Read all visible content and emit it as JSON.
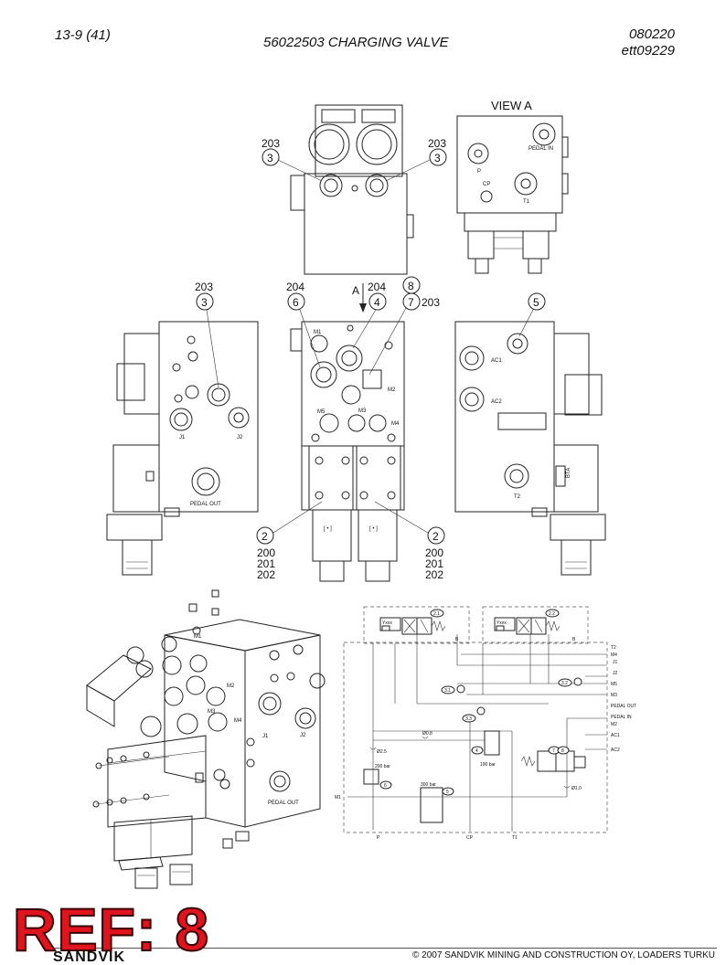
{
  "header": {
    "page_ref": "13-9 (41)",
    "title": "56022503 CHARGING VALVE",
    "date": "080220",
    "code": "ett09229"
  },
  "views": {
    "view_a": "VIEW A",
    "arrow_a": "A"
  },
  "callouts": {
    "c3": "3",
    "c203": "203",
    "c204": "204",
    "c6": "6",
    "c4": "4",
    "c8": "8",
    "c7": "7",
    "c5": "5",
    "c2": "2",
    "c200": "200",
    "c201": "201",
    "c202": "202"
  },
  "ports": {
    "pedal_in": "PEDAL IN",
    "pedal_out": "PEDAL OUT",
    "p": "P",
    "cp": "CP",
    "t1": "T1",
    "t2": "T2",
    "j1": "J1",
    "j2": "J2",
    "m1": "M1",
    "m2": "M2",
    "m3": "M3",
    "m4": "M4",
    "m5": "M5",
    "ac1": "AC1",
    "ac2": "AC2",
    "bta": "BTA"
  },
  "schematic": {
    "yxxx": "Yxxx",
    "b": "B",
    "bar200": "200 bar",
    "bar300": "300 bar",
    "bar190": "190 bar",
    "d25": "Ø2.5",
    "d08": "Ø0.8",
    "d10": "Ø1.0",
    "n21": "2.1",
    "n22": "2.2",
    "n31": "3.1",
    "n32": "3.2",
    "n33": "3.3",
    "n4": "4",
    "n5": "5",
    "n6": "6",
    "n7": "7",
    "n8": "8",
    "pedal_out": "PEDAL OUT",
    "pedal_in": "PEDAL IN"
  },
  "footer": {
    "ref_stamp": "REF: 8",
    "brand": "SANDVIK",
    "copyright": "© 2007 SANDVIK MINING AND CONSTRUCTION OY, LOADERS TURKU"
  }
}
